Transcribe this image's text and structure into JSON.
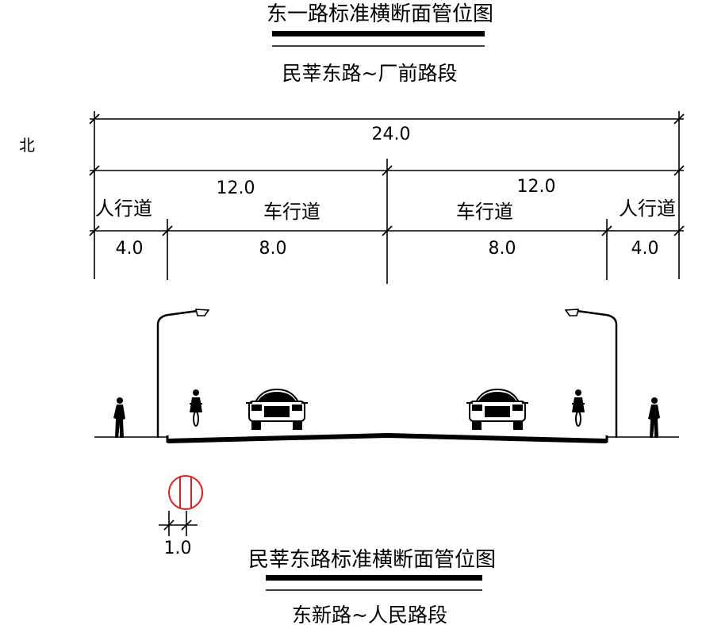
{
  "header": {
    "title": "东一路标准横断面管位图",
    "subtitle": "民莘东路~厂前路段"
  },
  "north_label": "北",
  "dimensions": {
    "total": "24.0",
    "half_left": "12.0",
    "half_right": "12.0",
    "sidewalk_left": "4.0",
    "carriageway_left": "8.0",
    "carriageway_right": "8.0",
    "sidewalk_right": "4.0"
  },
  "lanes": {
    "sidewalk_left": "人行道",
    "carriageway_left": "车行道",
    "carriageway_right": "车行道",
    "sidewalk_right": "人行道"
  },
  "pipe": {
    "dimension": "1.0",
    "color": "#e02020"
  },
  "footer": {
    "title": "民莘东路标准横断面管位图",
    "subtitle": "东新路~人民路段"
  }
}
